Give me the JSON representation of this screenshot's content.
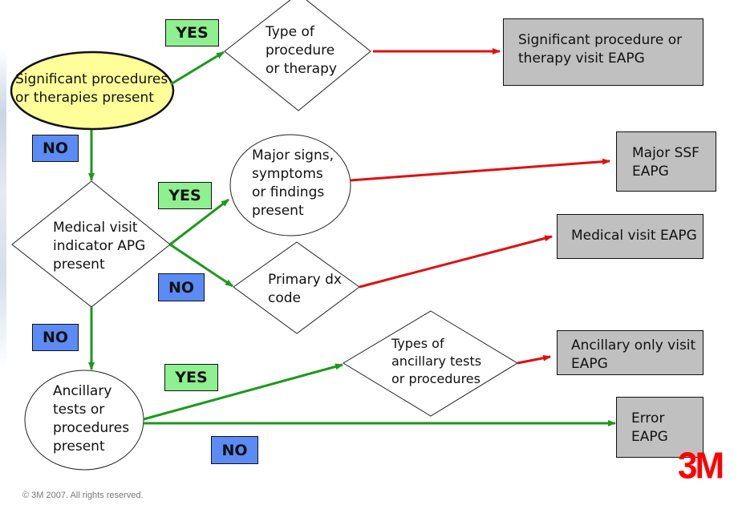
{
  "diagram": {
    "start": {
      "text": "Significant procedures or therapies present",
      "fill": "#ffff99"
    },
    "decision_procedure_type": {
      "text": "Type of procedure or therapy"
    },
    "decision_medical_visit": {
      "text": "Medical visit indicator APG present"
    },
    "major_signs": {
      "text": "Major signs, symptoms or findings present"
    },
    "decision_primary_dx": {
      "text": "Primary dx code"
    },
    "ancillary_present": {
      "text": "Ancillary tests or procedures present"
    },
    "decision_ancillary_types": {
      "text": "Types of ancillary tests or procedures"
    },
    "results": {
      "significant": "Significant procedure or therapy visit EAPG",
      "major_ssf": "Major SSF EAPG",
      "medical_visit": "Medical visit EAPG",
      "ancillary_only": "Ancillary only visit EAPG",
      "error": "Error EAPG"
    },
    "labels": {
      "yes_1": "YES",
      "no_1": "NO",
      "yes_2": "YES",
      "no_2": "NO",
      "no_3": "NO",
      "yes_3": "YES",
      "no_4": "NO"
    },
    "colors": {
      "yes_fill": "#8ef08e",
      "no_fill": "#5b8cf5",
      "flow_green": "#1a9a1a",
      "flow_red": "#e01010",
      "result_fill": "#c0c0c0"
    }
  },
  "footer": {
    "copyright": "© 3M 2007.  All rights reserved.",
    "logo": "3M"
  }
}
